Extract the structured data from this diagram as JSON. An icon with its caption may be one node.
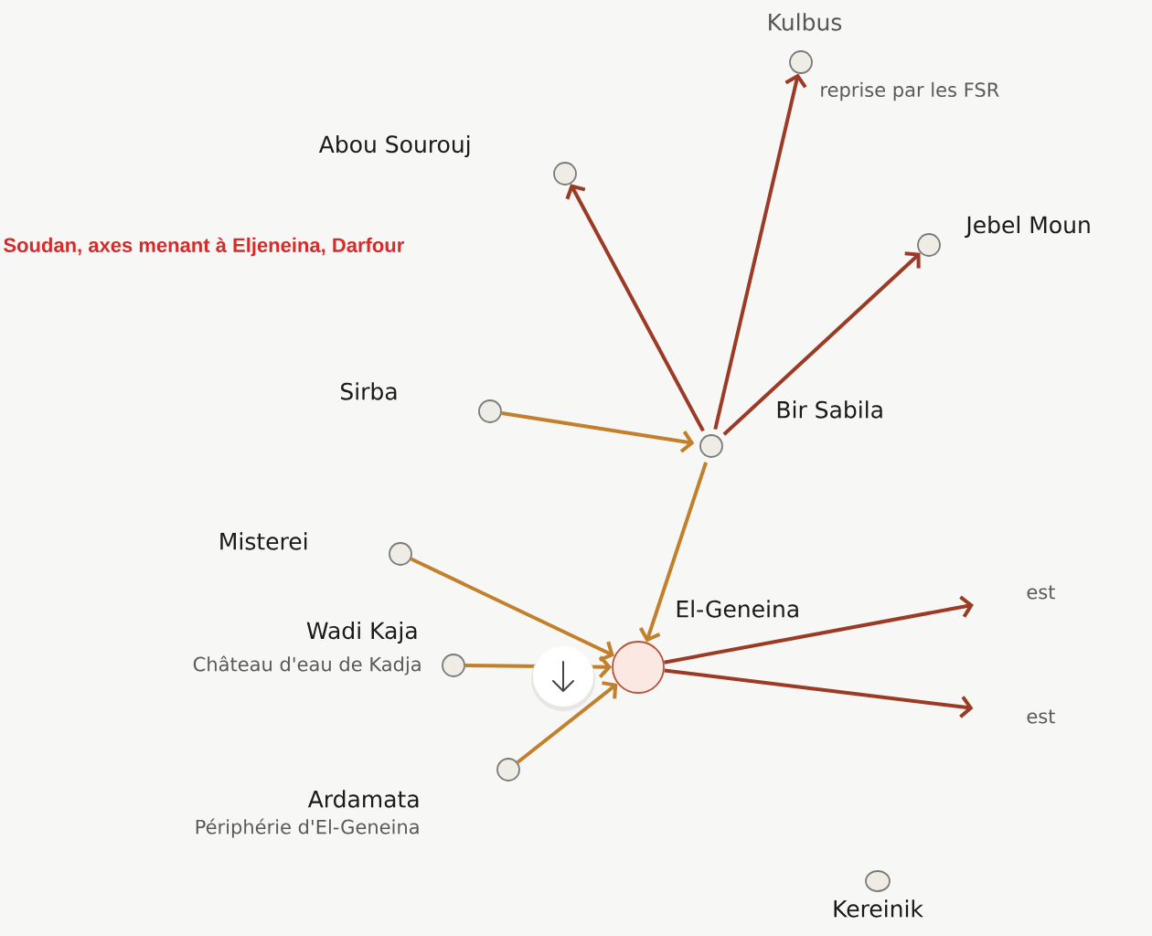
{
  "diagram": {
    "title": "Soudan, axes menant à Eljeneina, Darfour",
    "nodes": [
      {
        "text": [
          "Kulbus",
          "reprise par les FSR"
        ]
      },
      {
        "text": [
          "Abou Sourouj"
        ]
      },
      {
        "text": [
          "Jebel Moun"
        ]
      },
      {
        "text": [
          "Sirba"
        ]
      },
      {
        "text": [
          "Bir Sabila"
        ]
      },
      {
        "text": [
          "Misterei"
        ]
      },
      {
        "text": [
          "El-Geneina"
        ]
      },
      {
        "text": [
          "Wadi Kaja",
          "Château d'eau de Kadja"
        ]
      },
      {
        "text": [
          "Ardamata",
          "Périphérie d'El-Geneina"
        ]
      },
      {
        "text": [
          "Kereinik"
        ]
      },
      {
        "text": [
          "est"
        ]
      },
      {
        "text": [
          "est"
        ]
      }
    ],
    "edges": [
      {
        "from": 3,
        "to": 4,
        "arrow": "to",
        "color": "#c2802c"
      },
      {
        "from": 4,
        "to": 0,
        "arrow": "to",
        "color": "#9b3a25"
      },
      {
        "from": 4,
        "to": 1,
        "arrow": "to",
        "color": "#9b3a25"
      },
      {
        "from": 4,
        "to": 2,
        "arrow": "to",
        "color": "#9b3a25"
      },
      {
        "from": 4,
        "to": 6,
        "arrow": "to",
        "color": "#c2802c"
      },
      {
        "from": 5,
        "to": 6,
        "arrow": "to",
        "color": "#c2802c"
      },
      {
        "from": 7,
        "to": 6,
        "arrow": "to",
        "color": "#c2802c"
      },
      {
        "from": 8,
        "to": 6,
        "arrow": "to",
        "color": "#c2802c"
      },
      {
        "from": 6,
        "to": 10,
        "arrow": "to",
        "color": "#9b3a25"
      },
      {
        "from": 6,
        "to": 11,
        "arrow": "to",
        "color": "#9b3a25"
      }
    ]
  }
}
